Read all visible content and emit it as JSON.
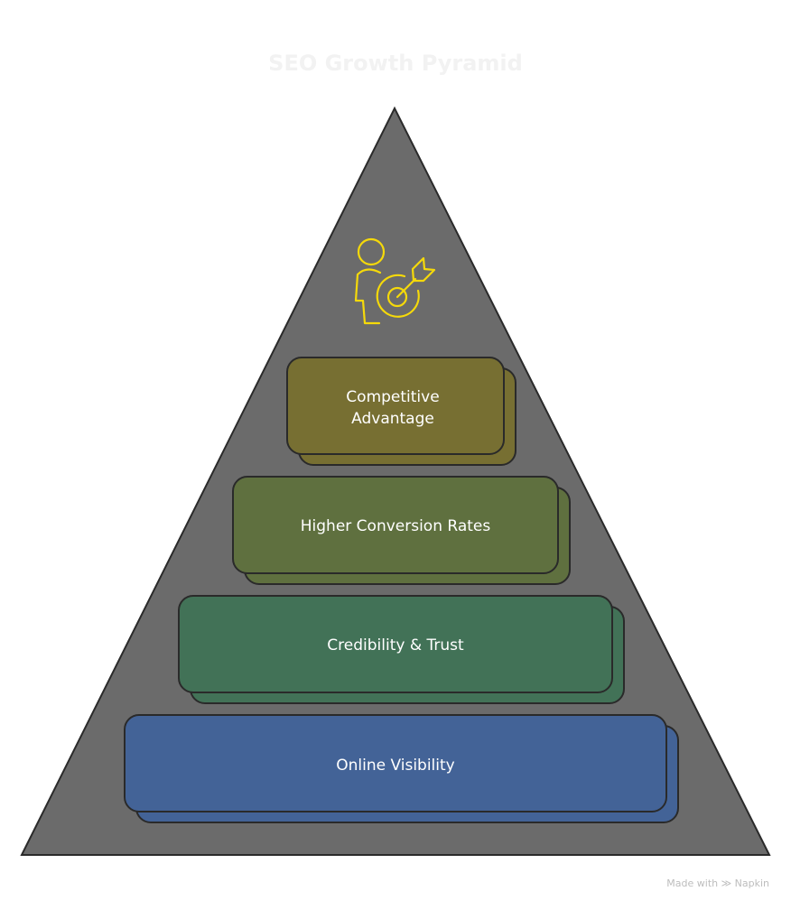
{
  "title": "SEO Growth Pyramid",
  "levels": [
    {
      "label_lines": [
        "Competitive",
        "Advantage"
      ],
      "color": "#776f32"
    },
    {
      "label": "Higher Conversion Rates",
      "color": "#5f703f"
    },
    {
      "label": "Credibility & Trust",
      "color": "#427257"
    },
    {
      "label": "Online Visibility",
      "color": "#436397"
    }
  ],
  "icon": {
    "name": "person-target-icon",
    "color": "#f5d90a"
  },
  "pyramid_color": "#6b6b6b",
  "watermark": {
    "text": "Made with",
    "brand": "Napkin"
  }
}
